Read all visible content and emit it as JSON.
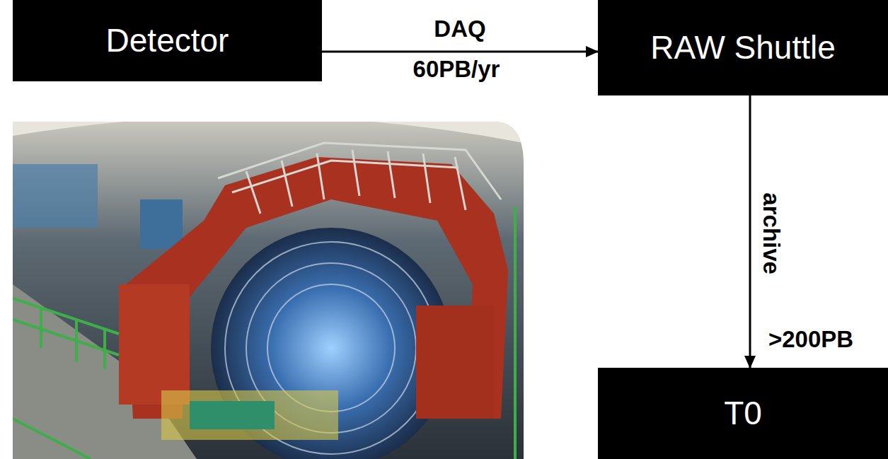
{
  "diagram": {
    "nodes": [
      {
        "text": [
          "Detector"
        ]
      },
      {
        "text": [
          "RAW Shuttle"
        ]
      },
      {
        "text": [
          "T0"
        ]
      }
    ],
    "edges": [
      {
        "from": 0,
        "to": 1,
        "arrow": "to",
        "label": "DAQ"
      },
      {
        "from": 1,
        "to": 2,
        "arrow": "to",
        "label": "archive"
      }
    ],
    "labels": [
      "60PB/yr",
      ">200PB"
    ]
  }
}
